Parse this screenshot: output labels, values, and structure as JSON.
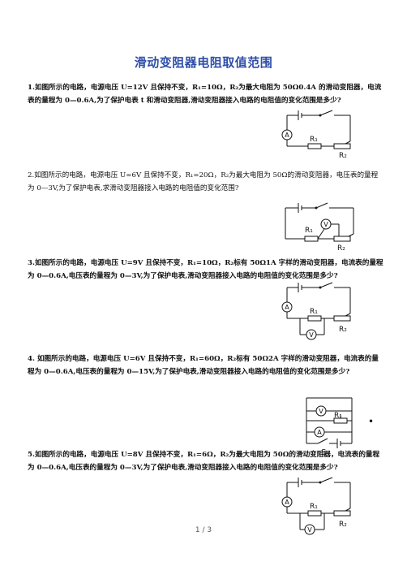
{
  "title": "滑动变阻器电阻取值范围",
  "questions": [
    {
      "text": "1.如图所示的电路，电源电压 U=12V 且保持不变，R₁=10Ω，R₂为最大电阻为 50Ω0.4A 的滑动变阻器，电流表的量程为 0—0.6A,为了保护电表 t 和滑动变阻器,滑动变阻器接入电路的电阻值的变化范围是多少?"
    },
    {
      "text": "2.如图所示的电路，电源电压 U=6V 且保持不变，R₁=20Ω，R₂为最大电阻为 50Ω的滑动变阻器，电压表的量程为 0—3V,为了保护电表,求滑动变阻器接入电路的电阻值的变化范围?"
    },
    {
      "text": "3.如图所示的电路，电源电压 U=9V 且保持不变，R₁=10Ω，R₂标有 50Ω1A 字样的滑动变阻器，电流表的量程为 0—0.6A,电压表的量程为 0—3V,为了保护电表,滑动变阻器接入电路的电阻值的变化范围是多少?"
    },
    {
      "text": "4.  如图所示的电路，电源电压 U=6V 且保持不变，R₁=60Ω，R₂标有 50Ω2A 字样的滑动变阻器，电流表的量程为 0—0.6A,电压表的量程为 0—15V,为了保护电表,滑动变阻器接入电路的电阻值的变化范围是多少?"
    },
    {
      "text": "5.如图所示的电路，电源电压 U=8V 且保持不变，R₁=6Ω，R₂为最大电阻为 50Ω的滑动变阻器，电流表的量程为 0—0.6A,电压表的量程为 0—3V,为了保护电表,滑动变阻器接入电路的电阻值的变化范围是多少?"
    }
  ],
  "labels": {
    "ammeter": "A",
    "voltmeter": "V",
    "r1": "R₁",
    "r2": "R₂",
    "switch_s": "S"
  },
  "footer": "1 / 3",
  "dot": "•"
}
